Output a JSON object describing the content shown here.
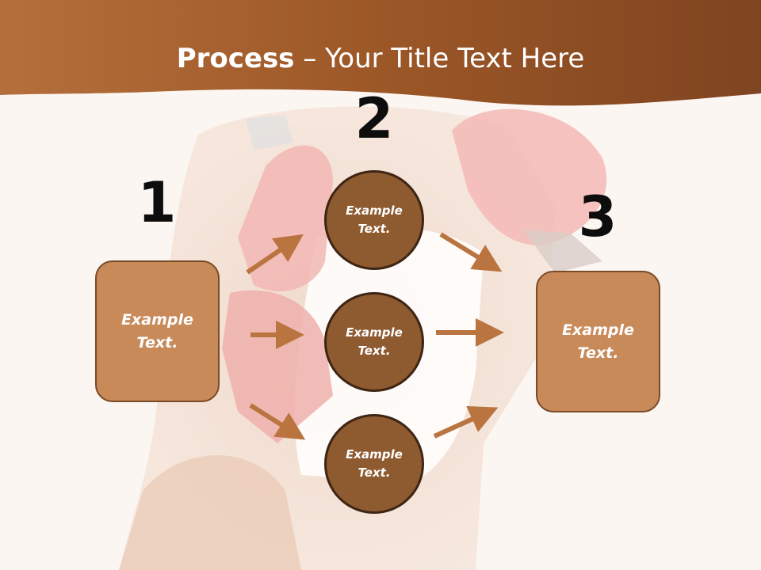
{
  "title": {
    "bold": "Process",
    "rest": " – Your Title Text Here"
  },
  "steps": [
    {
      "number": "1",
      "label": "Example Text."
    },
    {
      "number": "2",
      "labels": [
        "Example Text.",
        "Example Text.",
        "Example Text."
      ]
    },
    {
      "number": "3",
      "label": "Example Text."
    }
  ],
  "colors": {
    "header": "#a8602e",
    "box_fill": "#c98a5a",
    "circle_fill": "#8e5a30",
    "arrow": "#b9743f"
  }
}
